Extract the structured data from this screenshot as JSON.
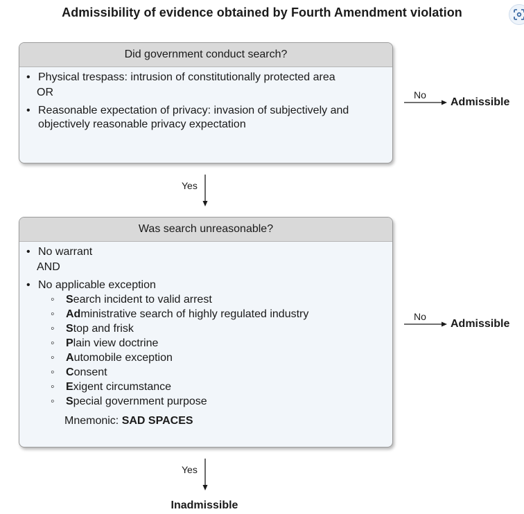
{
  "title": "Admissibility of evidence obtained by Fourth Amendment violation",
  "step1": {
    "question": "Did government conduct search?",
    "criteria": [
      "Physical trespass: intrusion of constitutionally protected area",
      "Reasonable expectation of privacy: invasion of subjectively and objectively reasonable privacy expectation"
    ],
    "joiner": "OR",
    "no_label": "No",
    "no_result": "Admissible",
    "yes_label": "Yes"
  },
  "step2": {
    "question": "Was search unreasonable?",
    "criteria": [
      "No warrant",
      "No applicable exception"
    ],
    "joiner": "AND",
    "exceptions": [
      {
        "lead": "S",
        "rest": "earch incident to valid arrest"
      },
      {
        "lead": "Ad",
        "rest": "ministrative search of highly regulated industry"
      },
      {
        "lead": "S",
        "rest": "top and frisk"
      },
      {
        "lead": "P",
        "rest": "lain view doctrine"
      },
      {
        "lead": "A",
        "rest": "utomobile exception"
      },
      {
        "lead": "C",
        "rest": "onsent"
      },
      {
        "lead": "E",
        "rest": "xigent circumstance"
      },
      {
        "lead": "S",
        "rest": "pecial government purpose"
      }
    ],
    "mnemonic_label": "Mnemonic:",
    "mnemonic_value": "SAD SPACES",
    "no_label": "No",
    "no_result": "Admissible",
    "yes_label": "Yes"
  },
  "final_result": "Inadmissible",
  "icons": {
    "corner": "lens-scan-icon",
    "arrow": "arrow-icon"
  }
}
